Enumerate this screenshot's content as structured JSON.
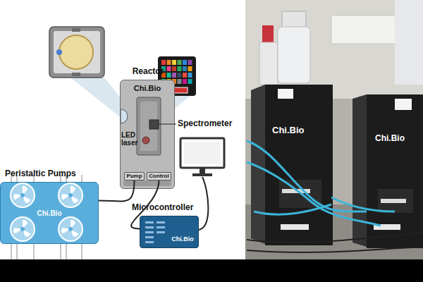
{
  "diagram": {
    "nodes": [
      {
        "text": [
          "Reactor",
          "Chi.Bio"
        ]
      },
      {
        "text": [
          "Pump"
        ],
        "in": 0
      },
      {
        "text": [
          "Control"
        ],
        "in": 0
      },
      {
        "text": [
          "Peristaltic Pumps",
          "Chi.Bio"
        ]
      },
      {
        "text": [
          "Microcontroller",
          "Chi.Bio"
        ]
      }
    ],
    "edges": [
      {
        "from": 3,
        "to": 1,
        "arrow": "none"
      },
      {
        "from": 2,
        "to": 4,
        "arrow": "none"
      }
    ],
    "labels": [
      "LED laser",
      "Spectrometer",
      "Chi.Bio",
      "Chi.Bio"
    ]
  }
}
